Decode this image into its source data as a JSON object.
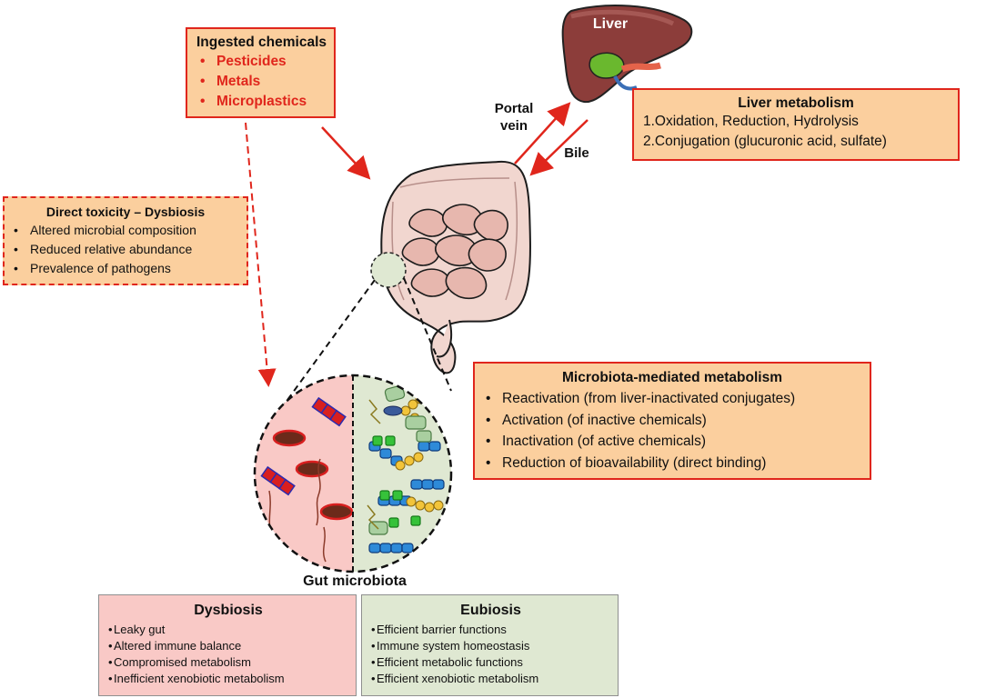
{
  "ingested": {
    "title": "Ingested chemicals",
    "items": [
      "Pesticides",
      "Metals",
      "Microplastics"
    ]
  },
  "liver": {
    "organ_label": "Liver",
    "title": "Liver metabolism",
    "items": [
      "1.Oxidation, Reduction, Hydrolysis",
      "2.Conjugation (glucuronic acid, sulfate)"
    ]
  },
  "portal_vein_label": "Portal\nvein",
  "bile_label": "Bile",
  "direct_toxicity": {
    "title": "Direct toxicity – Dysbiosis",
    "items": [
      "Altered microbial composition",
      "Reduced relative abundance",
      "Prevalence of pathogens"
    ]
  },
  "microbiota_metabolism": {
    "title": "Microbiota-mediated metabolism",
    "items": [
      "Reactivation (from liver-inactivated conjugates)",
      "Activation (of inactive chemicals)",
      "Inactivation (of active chemicals)",
      "Reduction of bioavailability (direct binding)"
    ]
  },
  "gut_label": "Gut microbiota",
  "dysbiosis": {
    "title": "Dysbiosis",
    "items": [
      "Leaky gut",
      "Altered immune balance",
      "Compromised metabolism",
      "Inefficient xenobiotic metabolism"
    ]
  },
  "eubiosis": {
    "title": "Eubiosis",
    "items": [
      "Efficient barrier functions",
      "Immune system homeostasis",
      "Efficient metabolic functions",
      "Efficient xenobiotic metabolism"
    ]
  },
  "colors": {
    "box_fill": "#fbcf9e",
    "red": "#e0261c",
    "dysbiosis_fill": "#f9c9c6",
    "eubiosis_fill": "#dfe8d2"
  }
}
